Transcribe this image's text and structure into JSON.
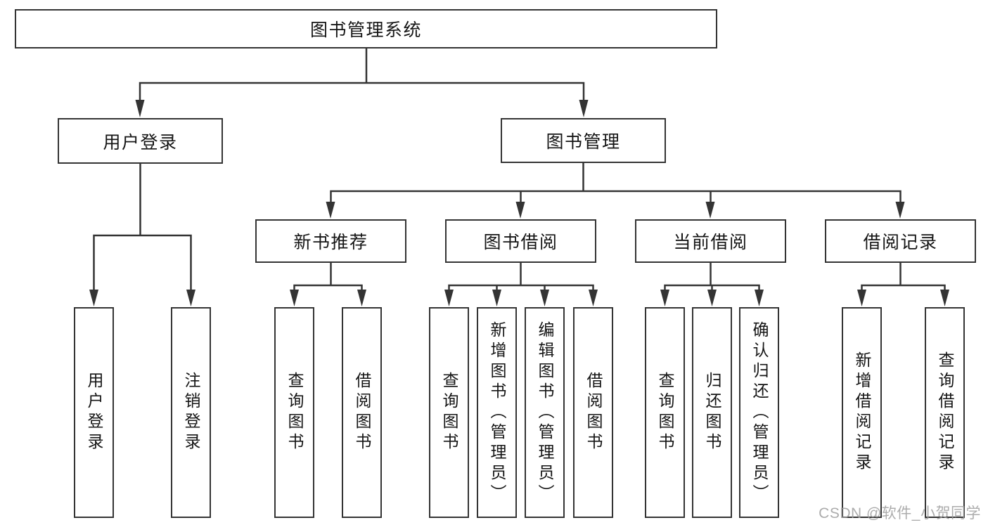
{
  "diagram": {
    "title": "图书管理系统",
    "branches": [
      {
        "label": "用户登录",
        "children": [
          "用户登录",
          "注销登录"
        ]
      },
      {
        "label": "图书管理",
        "groups": [
          {
            "label": "新书推荐",
            "children": [
              "查询图书",
              "借阅图书"
            ]
          },
          {
            "label": "图书借阅",
            "children": [
              "查询图书",
              "新增图书（管理员）",
              "编辑图书（管理员）",
              "借阅图书"
            ]
          },
          {
            "label": "当前借阅",
            "children": [
              "查询图书",
              "归还图书",
              "确认归还（管理员）"
            ]
          },
          {
            "label": "借阅记录",
            "children": [
              "新增借阅记录",
              "查询借阅记录"
            ]
          }
        ]
      }
    ]
  },
  "watermark": "CSDN @软件_小贺同学",
  "colors": {
    "line": "#343434",
    "text": "#151515",
    "background": "#ffffff",
    "watermark": "#9e9e9e"
  }
}
